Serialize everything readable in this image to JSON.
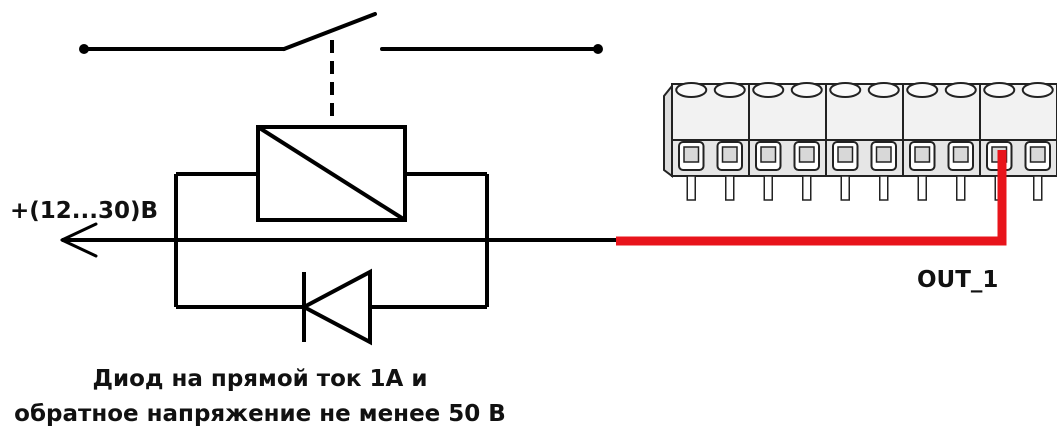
{
  "labels": {
    "supply": "+(12...30)B",
    "output": "OUT_1",
    "diode_line1": "Диод на прямой ток 1А и",
    "diode_line2": "обратное напряжение не менее 50 В"
  },
  "colors": {
    "wire": "#000000",
    "highlight_wire": "#e8141b",
    "terminal_fill": "#f2f2f2",
    "terminal_stroke": "#222222"
  },
  "terminal_block": {
    "count": 5
  }
}
